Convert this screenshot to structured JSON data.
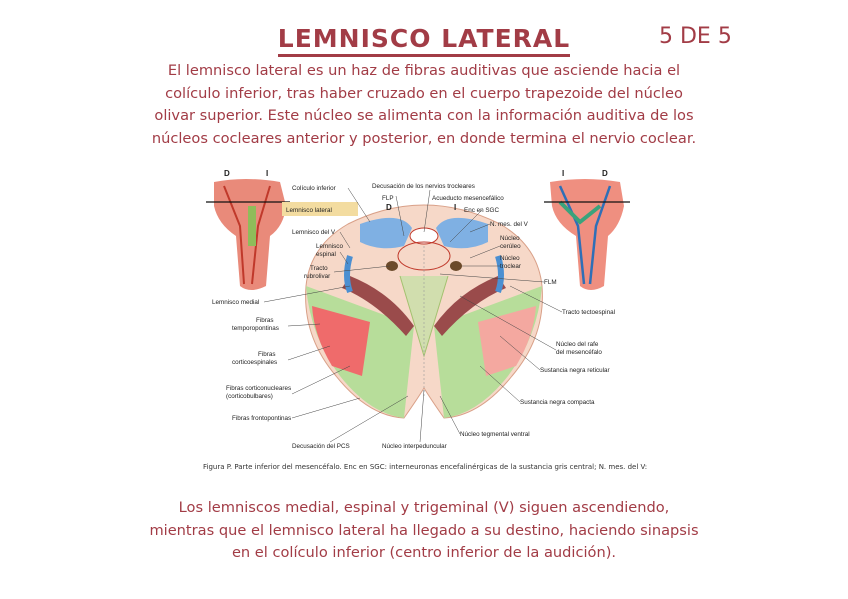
{
  "header": {
    "title": "LEMNISCO LATERAL",
    "counter": "5 DE 5"
  },
  "intro": {
    "lines": [
      "El lemnisco lateral es un haz de fibras auditivas que asciende hacia el",
      "colículo inferior, tras haber cruzado en el cuerpo trapezoide del núcleo",
      "olivar superior. Este núcleo se alimenta con la información auditiva de los",
      "núcleos cocleares anterior y posterior, en donde termina el nervio coclear."
    ]
  },
  "figure": {
    "side_labels": {
      "left_d": "D",
      "left_i": "I",
      "right_i": "I",
      "right_d": "D",
      "mid_d": "D",
      "mid_i": "I"
    },
    "labels": {
      "coliculo_inferior": "Colículo inferior",
      "lemnisco_lateral": "Lemnisco lateral",
      "lemnisco_v": "Lemnisco del V",
      "lemnisco_espinal_1": "Lemnisco",
      "lemnisco_espinal_2": "espinal",
      "tracto_rubro_1": "Tracto",
      "tracto_rubro_2": "rubrolivar",
      "lemnisco_medial": "Lemnisco medial",
      "fibras_tempo_1": "Fibras",
      "fibras_tempo_2": "temporopontinas",
      "fibras_cortico_1": "Fibras",
      "fibras_cortico_2": "corticoespinales",
      "fibras_corticonuc_1": "Fibras corticonucleares",
      "fibras_corticonuc_2": "(corticobulbares)",
      "fibras_fronto": "Fibras frontopontinas",
      "decusacion_pcs": "Decusación del PCS",
      "nucleo_interpeduncular": "Núcleo interpeduncular",
      "decusacion_trocleares": "Decusación de los nervios trocleares",
      "flp": "FLP",
      "acueducto": "Acueducto mesencefálico",
      "enc_sgc": "Enc en SGC",
      "n_mes_v": "N. mes. del V",
      "nucleo_ceruleo_1": "Núcleo",
      "nucleo_ceruleo_2": "cerúleo",
      "nucleo_troclear_1": "Núcleo",
      "nucleo_troclear_2": "troclear",
      "flm": "FLM",
      "tracto_tectoespinal": "Tracto tectoespinal",
      "nucleo_rafe_1": "Núcleo del rafe",
      "nucleo_rafe_2": "del mesencéfalo",
      "sustancia_reticular": "Sustancia negra reticular",
      "sustancia_compacta": "Sustancia negra compacta",
      "nucleo_tegmental": "Núcleo tegmental ventral"
    },
    "colors": {
      "tegmentum": "#f6d8c8",
      "green": "#b7dd9a",
      "red": "#ef6b6b",
      "pink": "#f4a8a0",
      "blue": "#4b8fd1",
      "highlight": "#f3dca0"
    }
  },
  "caption": "Figura P. Parte inferior del mesencéfalo. Enc en SGC: interneuronas encefalinérgicas de la sustancia gris central; N. mes. del V:",
  "outro": {
    "lines": [
      "Los lemniscos medial, espinal y trigeminal (V) siguen ascendiendo,",
      "mientras que el lemnisco lateral ha llegado a su destino, haciendo sinapsis",
      "en el colículo inferior (centro inferior de la audición)."
    ]
  }
}
